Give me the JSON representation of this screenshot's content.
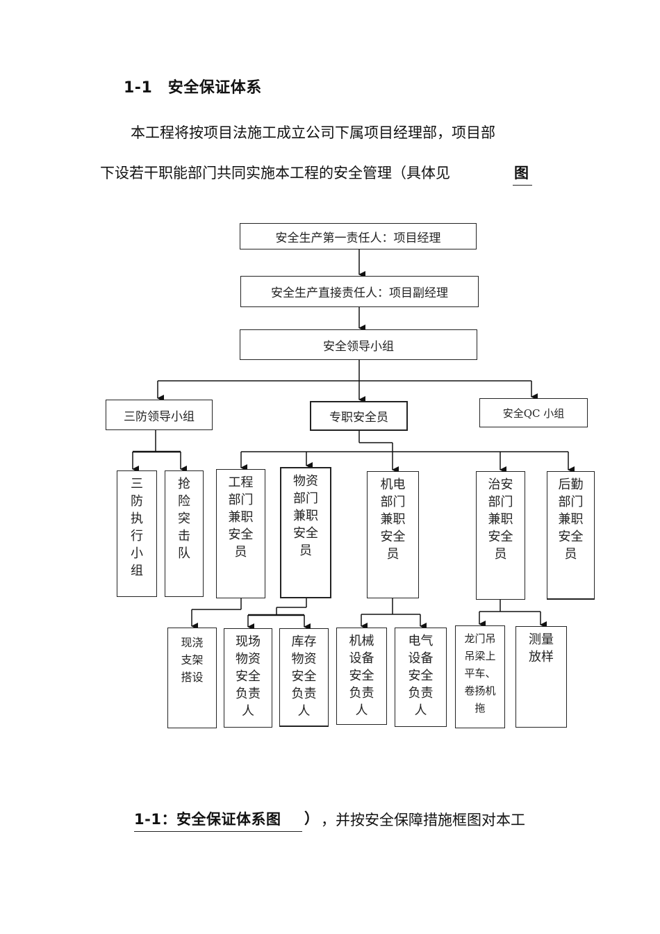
{
  "section_heading": "1-1　安全保证体系",
  "paragraph": {
    "line1": "本工程将按项目法施工成立公司下属项目经理部，项目部",
    "line2": "下设若干职能部门共同实施本工程的安全管理（具体见",
    "line2_tail": "图"
  },
  "org_chart": {
    "level1": "安全生产第一责任人：项目经理",
    "level2": "安全生产直接责任人：项目副经理",
    "level3": "安全领导小组",
    "groups": {
      "sanfang": "三防领导小组",
      "zhuanzhi": "专职安全员",
      "qc": "安全QC 小组"
    },
    "units": {
      "sanfang_exec": "三防执行小组",
      "rescue": "抢险突击队",
      "engineering": "工程部门兼职安全员",
      "materials": "物资部门兼职安全员",
      "mech_elec": "机电部门兼职安全员",
      "security": "治安部门兼职安全员",
      "logistics": "后勤部门兼职安全员"
    },
    "sub_units": {
      "scaffold": "现浇支架搭设",
      "site_materials": "现场物资安全负责人",
      "storage_materials": "库存物资安全负责人",
      "machinery": "机械设备安全负责人",
      "electrical": "电气设备安全负责人",
      "gantry": "龙门吊吊梁上平车、卷扬机拖",
      "survey": "测量放样"
    }
  },
  "caption": {
    "label": "1-1：安全保证体系图",
    "paren": "）",
    "continuation": "，并按安全保障措施框图对本工"
  }
}
